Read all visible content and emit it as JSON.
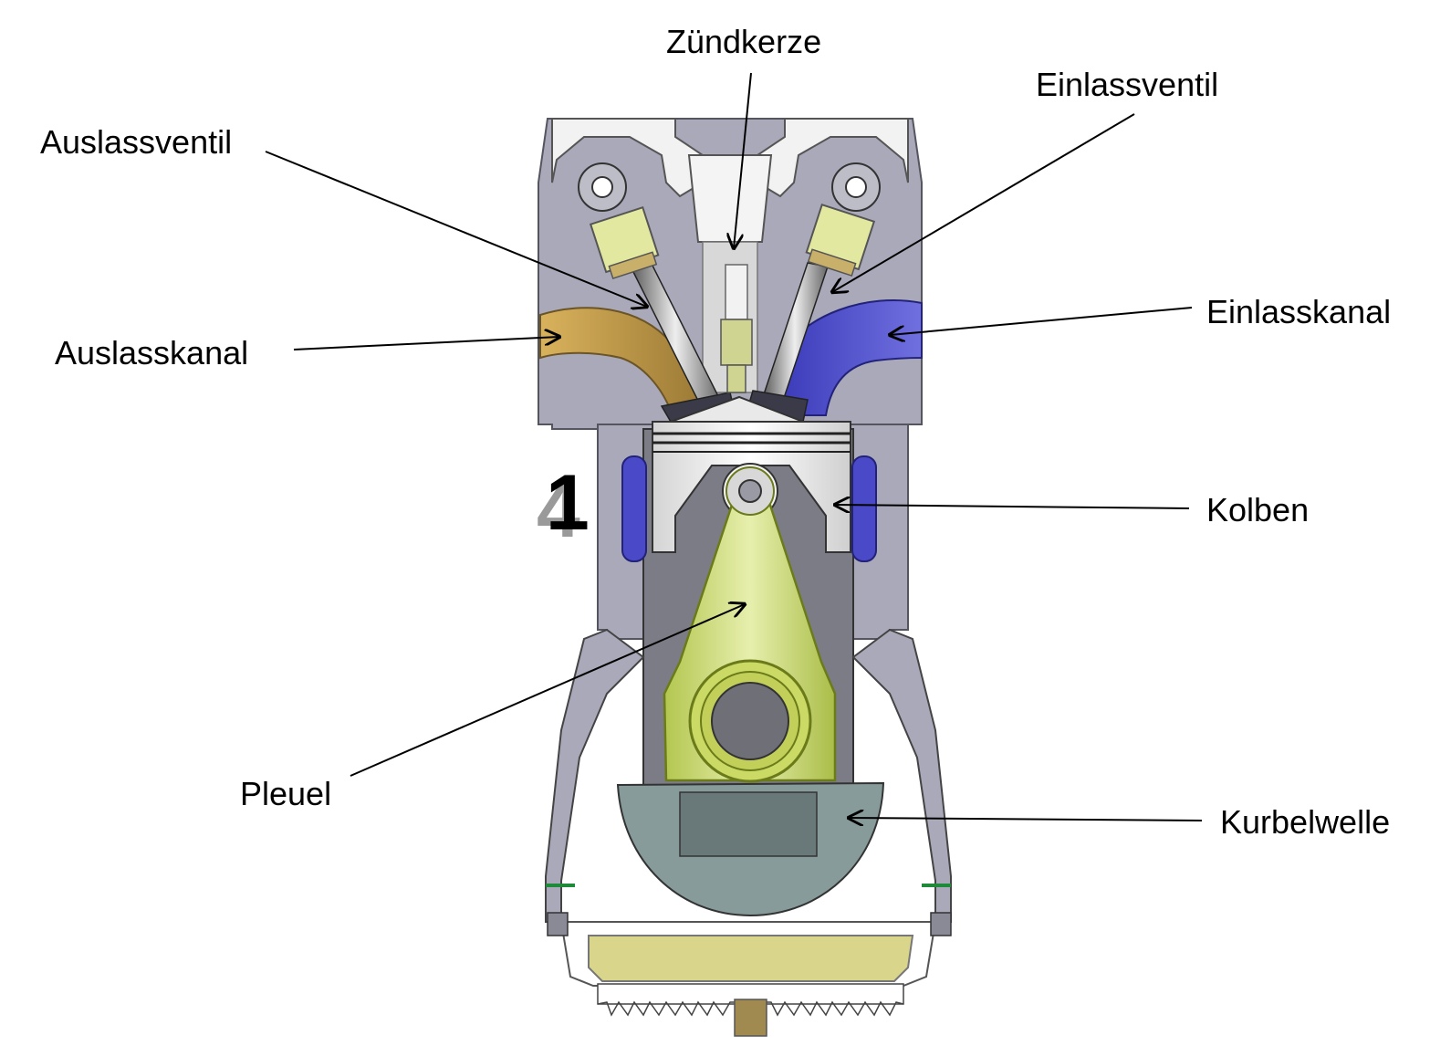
{
  "labels": {
    "zuendkerze": "Zündkerze",
    "einlassventil": "Einlassventil",
    "auslassventil": "Auslassventil",
    "einlasskanal": "Einlasskanal",
    "auslasskanal": "Auslasskanal",
    "kolben": "Kolben",
    "pleuel": "Pleuel",
    "kurbelwelle": "Kurbelwelle"
  },
  "stroke_number": {
    "current": "1",
    "ghost": "4"
  },
  "colors": {
    "housing": "#a9a9ba",
    "housing_dark": "#7a7a88",
    "exhaust_channel": "#c19a4a",
    "intake_channel": "#4646c8",
    "piston": "#e8e8e8",
    "conrod": "#c6d86a",
    "crank": "#879b9b",
    "oil": "#d9d68c"
  }
}
